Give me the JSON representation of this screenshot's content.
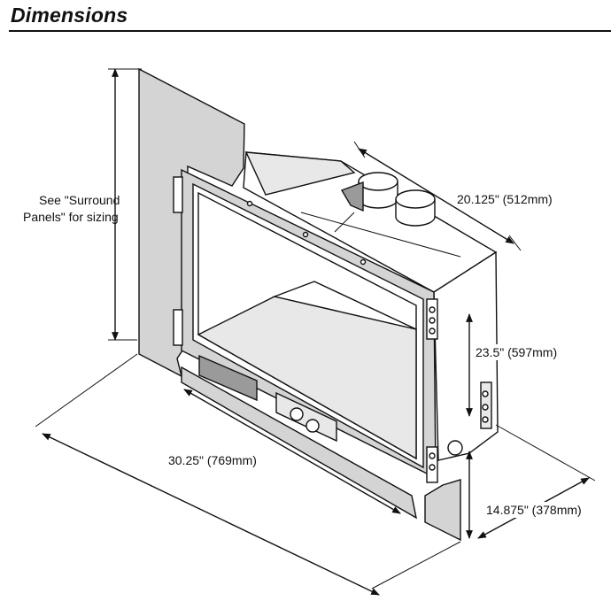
{
  "header": {
    "title": "Dimensions"
  },
  "labels": {
    "surround_line1": "See \"Surround",
    "surround_line2": "Panels\" for sizing",
    "depth": "20.125\" (512mm)",
    "height": "23.5\" (597mm)",
    "width": "30.25\" (769mm)",
    "side_depth": "14.875\" (378mm)"
  },
  "colors": {
    "panel": "#d4d4d4",
    "outline": "#111111",
    "background": "#ffffff"
  }
}
